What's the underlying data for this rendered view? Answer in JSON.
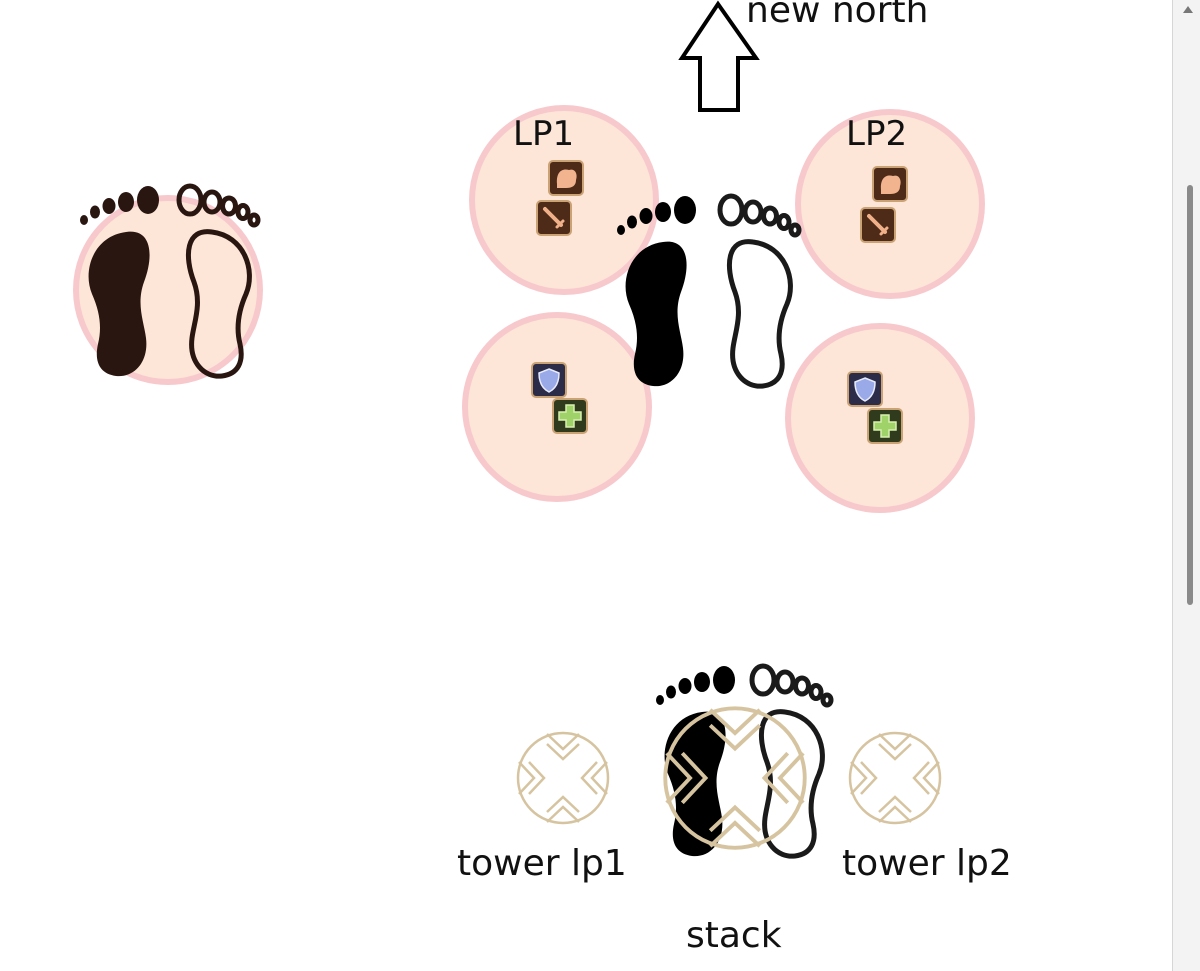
{
  "labels": {
    "new_north": "new north",
    "lp1": "LP1",
    "lp2": "LP2",
    "tower_lp1": "tower lp1",
    "tower_lp2": "tower lp2",
    "stack": "stack"
  },
  "icons": {
    "arrow": "up-arrow-icon",
    "feet": "footprints-icon",
    "melee": "melee-dps-role-icon",
    "tank": "tank-role-icon",
    "healer": "healer-role-icon",
    "tower": "tower-marker-icon"
  },
  "colors": {
    "zone_fill": "#fde6d8",
    "zone_ring": "#f7c9cc",
    "tower": "#d6c4a0",
    "foot_dark": "#2a1610"
  }
}
